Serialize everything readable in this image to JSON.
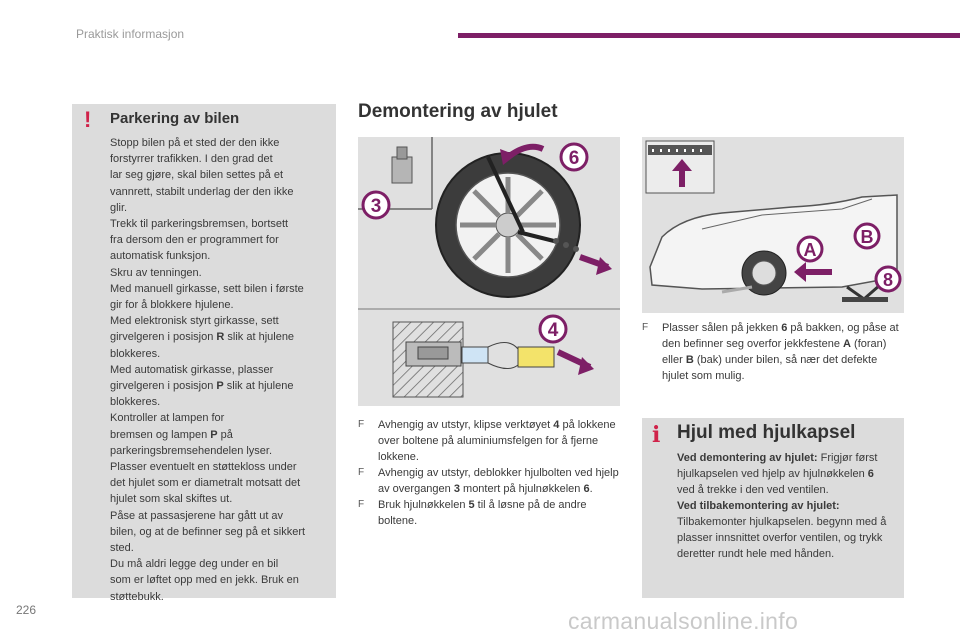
{
  "header": {
    "title": "Praktisk informasjon",
    "accent_color": "#7d1f66"
  },
  "warning": {
    "icon": "!",
    "title": "Parkering av bilen",
    "lines": [
      "Stopp bilen på et sted der den ikke",
      "forstyrrer trafikken. I den grad det",
      "lar seg gjøre, skal bilen settes på et",
      "vannrett, stabilt underlag der den ikke",
      "glir.",
      "Trekk til parkeringsbremsen, bortsett",
      "fra dersom den er programmert for",
      "automatisk funksjon.",
      "Skru av tenningen.",
      "Med manuell girkasse, sett bilen i første",
      "gir for å blokkere hjulene.",
      "Med elektronisk styrt girkasse, sett",
      "girvelgeren i posisjon ",
      "blokkeres.",
      "Med automatisk girkasse, plasser",
      "girvelgeren i posisjon ",
      "blokkeres.",
      "Kontroller at lampen for",
      "bremsen og lampen ",
      "parkeringsbremsehendelen lyser.",
      "Plasser eventuelt en støttekloss under",
      "det hjulet som er diametralt motsatt det",
      "hjulet som skal skiftes ut.",
      "Påse at passasjerene har gått ut av",
      "bilen, og at de befinner seg på et sikkert",
      "sted.",
      "Du må aldri legge deg under en bil",
      "som er løftet opp med en jekk. Bruk en",
      "støttebukk."
    ],
    "pos_r": "R",
    "pos_p": "P",
    "lamp_p": "P",
    "suffix_hjulene": " slik at hjulene",
    "suffix_pa": " på"
  },
  "main_title": "Demontering av hjulet",
  "fig1_labels": {
    "six": "6",
    "three": "3",
    "four": "4"
  },
  "fig2_labels": {
    "a": "A",
    "b": "B",
    "eight": "8"
  },
  "steps_left": {
    "bullet": "F",
    "items": [
      {
        "pre": "Avhengig av utstyr, klipse verktøyet ",
        "bold": "4",
        "post": " på lokkene over boltene på aluminiumsfelgen for å fjerne lokkene."
      },
      {
        "pre": "Avhengig av utstyr, deblokker hjulbolten ved hjelp av overgangen ",
        "bold": "3",
        "post": " montert på hjulnøkkelen ",
        "bold2": "6",
        "post2": "."
      },
      {
        "pre": "Bruk hjulnøkkelen ",
        "bold": "5",
        "post": " til å løsne på de andre boltene."
      }
    ]
  },
  "steps_right": {
    "bullet": "F",
    "items": [
      {
        "pre": "Plasser sålen på jekken ",
        "bold": "6",
        "post": " på bakken, og påse at den befinner seg overfor jekkfestene ",
        "bold2": "A",
        "mid": " (foran) eller ",
        "bold3": "B",
        "post2": " (bak) under bilen, så nær det defekte hjulet som mulig."
      }
    ]
  },
  "info": {
    "icon": "i",
    "title": "Hjul med hjulkapsel",
    "demount_label": "Ved demontering av hjulet:",
    "demount_text": " Frigjør først hjulkapselen ved hjelp av hjulnøkkelen ",
    "demount_num": "6",
    "demount_text2": " ved å trekke i den ved ventilen.",
    "mount_label": "Ved tilbakemontering av hjulet:",
    "mount_text": "Tilbakemonter hjulkapselen. begynn med å plasser innsnittet overfor ventilen, og trykk deretter rundt hele med hånden."
  },
  "page_number": "226",
  "watermark": "carmanualsonline.info"
}
